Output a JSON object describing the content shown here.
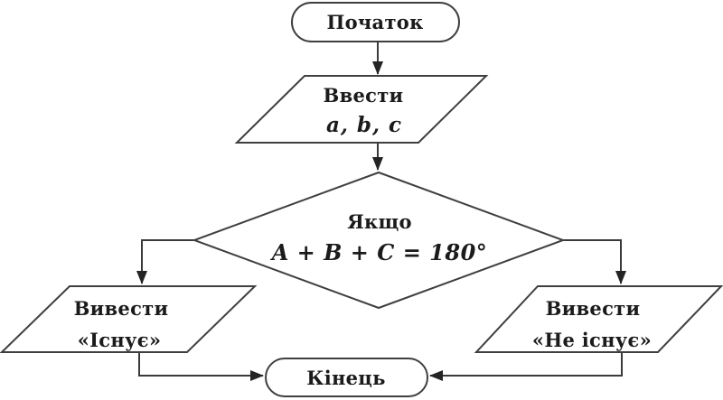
{
  "diagram": {
    "type": "flowchart",
    "language": "uk",
    "colors": {
      "background": "#ffffff",
      "shape_stroke": "#3f3f3f",
      "shape_fill": "#ffffff",
      "edge_stroke": "#3a3a3a",
      "arrowhead_fill": "#242424",
      "text": "#1b1b1b"
    },
    "nodes": {
      "start": {
        "type": "terminator",
        "label": "Початок"
      },
      "input": {
        "type": "io-parallelogram",
        "line1": "Ввести",
        "line2": "a, b, c"
      },
      "decision": {
        "type": "decision-diamond",
        "line1": "Якщо",
        "line2": "A + B + C = 180°"
      },
      "output_exists": {
        "type": "io-parallelogram",
        "line1": "Вивести",
        "line2": "«Існує»"
      },
      "output_not_exists": {
        "type": "io-parallelogram",
        "line1": "Вивести",
        "line2": "«Не існує»"
      },
      "end": {
        "type": "terminator",
        "label": "Кінець"
      }
    },
    "edges": [
      {
        "from": "start",
        "to": "input"
      },
      {
        "from": "input",
        "to": "decision"
      },
      {
        "from": "decision",
        "to": "output_exists",
        "branch": "left"
      },
      {
        "from": "decision",
        "to": "output_not_exists",
        "branch": "right"
      },
      {
        "from": "output_exists",
        "to": "end"
      },
      {
        "from": "output_not_exists",
        "to": "end"
      }
    ]
  }
}
